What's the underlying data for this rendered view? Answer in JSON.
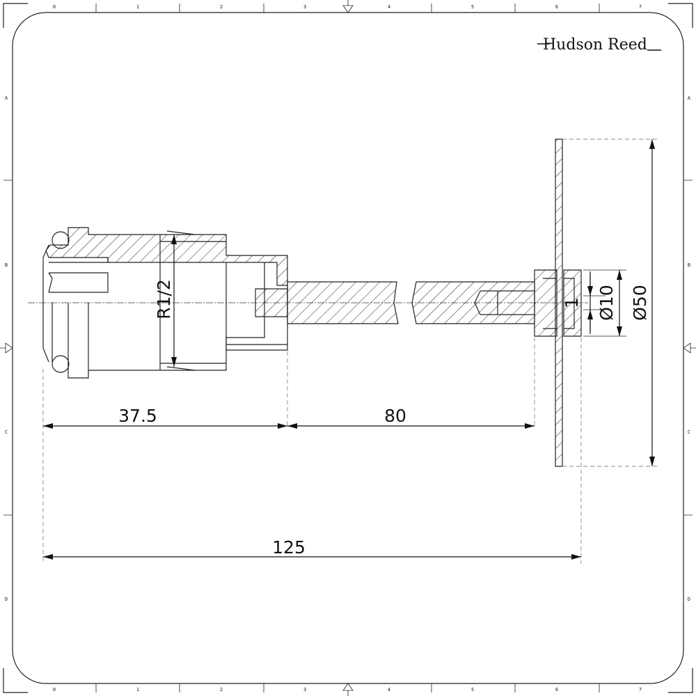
{
  "brand": {
    "logo_text": "Hudson Reed"
  },
  "ruler": {
    "columns": [
      "0",
      "1",
      "2",
      "3",
      "4",
      "5",
      "6",
      "7"
    ],
    "rows": [
      "A",
      "B",
      "C",
      "D"
    ]
  },
  "dimensions": {
    "thread": "R1/2",
    "length_body": "37.5",
    "length_rod": "80",
    "length_total": "125",
    "diameter_small": "Ø10",
    "diameter_plate": "Ø50",
    "gap": "1"
  }
}
